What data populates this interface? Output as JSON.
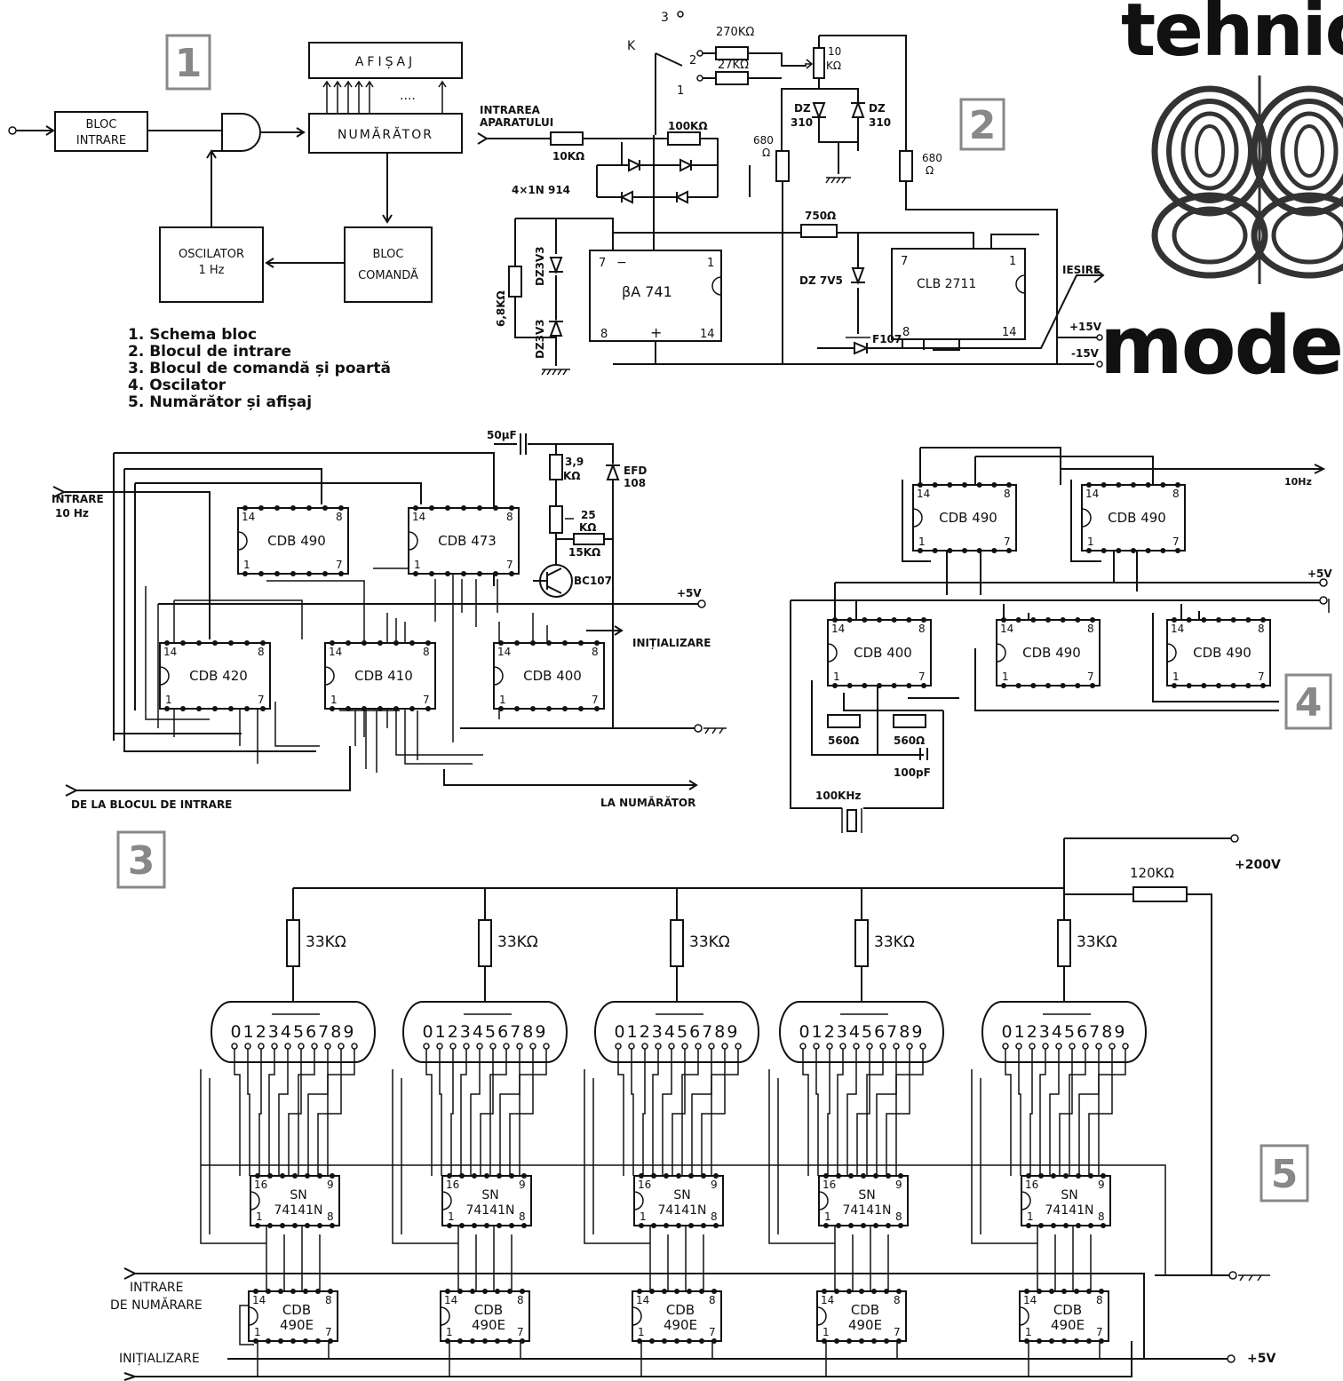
{
  "brand": {
    "top": "tehnic",
    "bottom": "moder"
  },
  "section_numbers": [
    "1",
    "2",
    "3",
    "4",
    "5"
  ],
  "block": {
    "display": "AFIȘAJ",
    "input_l1": "BLOC",
    "input_l2": "INTRARE",
    "counter": "NUMĂRĂTOR",
    "dots": "....",
    "osc_l1": "OSCILATOR",
    "osc_l2": "1 Hz",
    "cmd_l1": "BLOC",
    "cmd_l2": "COMANDĂ"
  },
  "legend": [
    "1. Schema bloc",
    "2. Blocul de intrare",
    "3. Blocul de comandă și poartă",
    "4. Oscilator",
    "5. Numărător și afișaj"
  ],
  "input_block": {
    "switch_pos3": "3",
    "switch_k": "K",
    "switch_pos2": "2",
    "switch_pos1": "1",
    "r270": "270KΩ",
    "r27": "27KΩ",
    "pot10_a": "10",
    "pot10_b": "KΩ",
    "in_l1": "INTRAREA",
    "in_l2": "APARATULUI",
    "r10k": "10KΩ",
    "r100k": "100KΩ",
    "diodes": "4×1N 914",
    "dz1_a": "DZ",
    "dz1_b": "310",
    "dz2_a": "DZ",
    "dz2_b": "310",
    "r680a_a": "680",
    "r680a_b": "Ω",
    "r680b_a": "680",
    "r680b_b": "Ω",
    "r750": "750Ω",
    "dz3v3a": "DZ3V3",
    "dz3v3b": "DZ3V3",
    "r68k": "6,8KΩ",
    "opamp": "βA 741",
    "pin7": "7",
    "pin1": "1",
    "pin8": "8",
    "pin14": "14",
    "minus": "−",
    "plus": "+",
    "dz7v5": "DZ 7V5",
    "clb": "CLB 2711",
    "cpin7": "7",
    "cpin1": "1",
    "cpin8": "8",
    "cpin14": "14",
    "f107": "F107",
    "out": "IEȘIRE",
    "p15": "+15V",
    "m15": "-15V"
  },
  "control_block": {
    "in_l1": "INTRARE",
    "in_l2": "10 Hz",
    "c50": "50µF",
    "r39_a": "3,9",
    "r39_b": "KΩ",
    "efd_a": "EFD",
    "efd_b": "108",
    "r25_a": "25",
    "r25_b": "KΩ",
    "r15": "15KΩ",
    "bc": "BC107",
    "p5": "+5V",
    "init": "INIȚIALIZARE",
    "ics": [
      "CDB 490",
      "CDB 473",
      "CDB 420",
      "CDB 410",
      "CDB 400"
    ],
    "from": "DE LA BLOCUL DE INTRARE",
    "to": "LA NUMĂRĂTOR"
  },
  "oscillator": {
    "out": "10Hz",
    "p5": "+5V",
    "ics": [
      "CDB 490",
      "CDB 490",
      "CDB 400",
      "CDB 490",
      "CDB 490"
    ],
    "r560a": "560Ω",
    "r560b": "560Ω",
    "xtal": "100KHz",
    "cap": "100pF"
  },
  "counter_block": {
    "r120": "120KΩ",
    "hv": "+200V",
    "r33": "33KΩ",
    "digits": "0123456789",
    "decoder_l1": "SN",
    "decoder_l2": "74141N",
    "counter_l1": "CDB",
    "counter_l2": "490E",
    "in_l1": "INTRARE",
    "in_l2": "DE NUMĂRARE",
    "init": "INIȚIALIZARE",
    "p5": "+5V",
    "p16": "16",
    "p9": "9",
    "p1": "1",
    "p8": "8",
    "c14": "14",
    "c8": "8",
    "c1": "1",
    "c7": "7"
  },
  "ic_pins": {
    "p14": "14",
    "p8": "8",
    "p1": "1",
    "p7": "7"
  }
}
